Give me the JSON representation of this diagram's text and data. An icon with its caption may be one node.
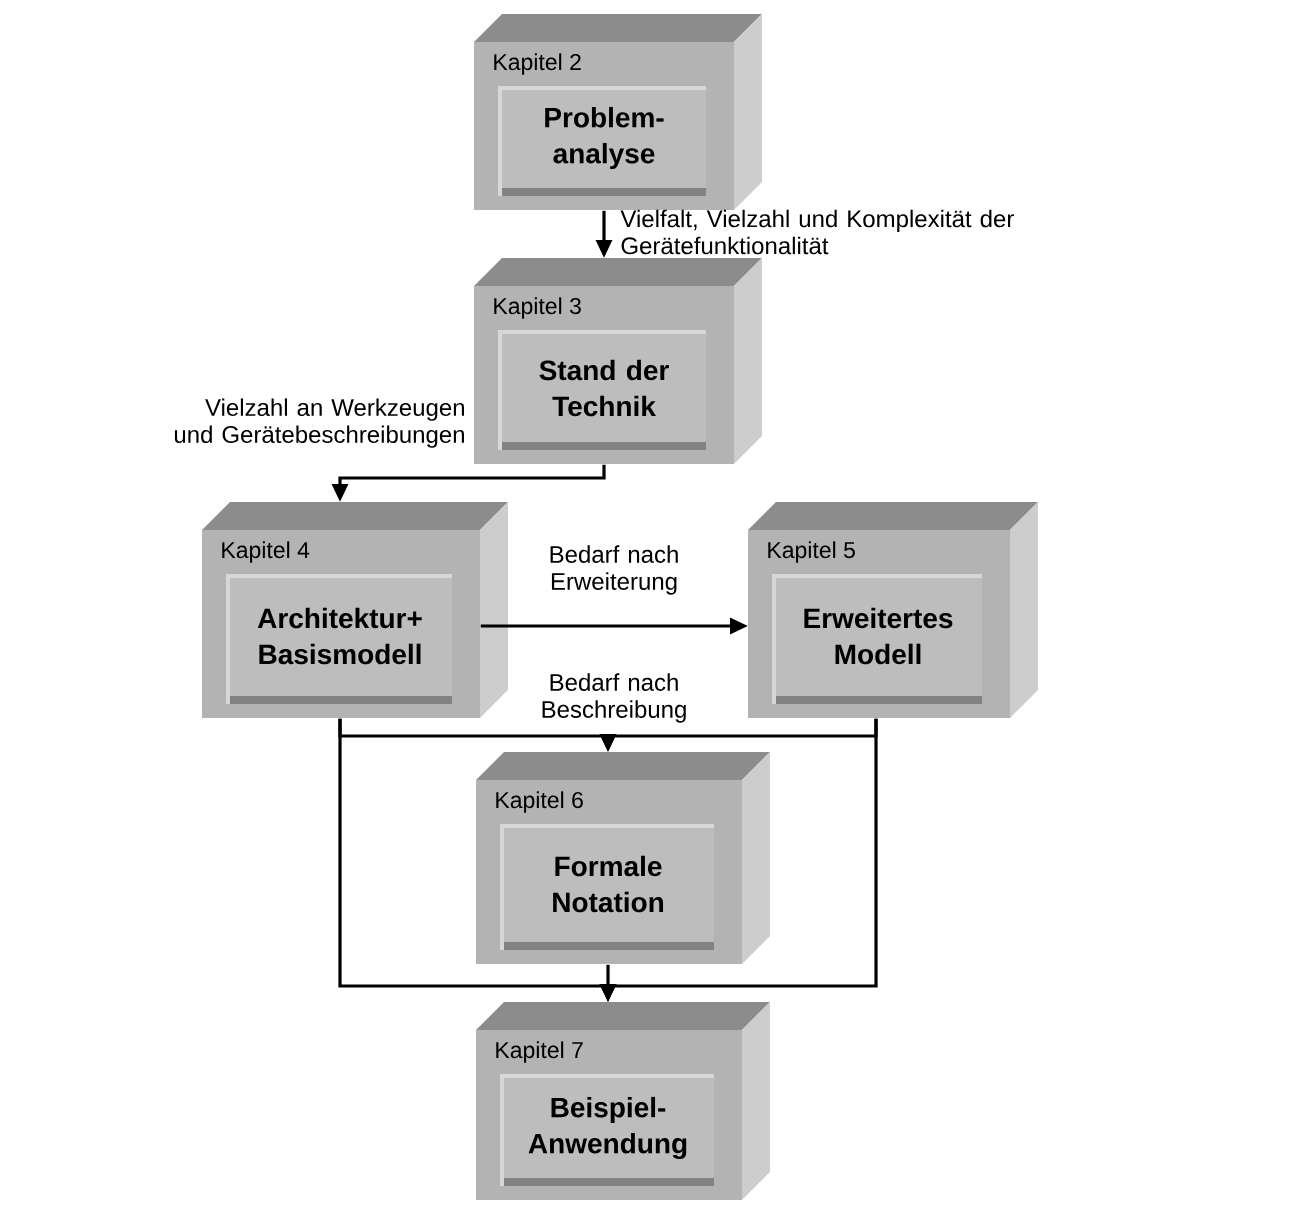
{
  "diagram": {
    "nodes": [
      {
        "text": [
          "Kapitel 2",
          "Problem- analyse"
        ]
      },
      {
        "text": [
          "Kapitel 3",
          "Stand der Technik"
        ]
      },
      {
        "text": [
          "Kapitel 4",
          "Architektur+ Basismodell"
        ]
      },
      {
        "text": [
          "Kapitel 5",
          "Erweitertes Modell"
        ]
      },
      {
        "text": [
          "Kapitel 6",
          "Formale Notation"
        ]
      },
      {
        "text": [
          "Kapitel 7",
          "Beispiel- Anwendung"
        ]
      }
    ],
    "edges": [
      {
        "from": 0,
        "to": 1,
        "arrow": "to",
        "label": "Vielfalt, Vielzahl und Komplexität der Gerätefunktionalität"
      },
      {
        "from": 1,
        "to": 2,
        "arrow": "to",
        "label": "Vielzahl an Werkzeugen und Gerätebeschreibungen"
      },
      {
        "from": 2,
        "to": 3,
        "arrow": "to",
        "label": "Bedarf nach Erweiterung"
      },
      {
        "from": 2,
        "to": 4,
        "arrow": "to",
        "label": "Bedarf nach Beschreibung"
      },
      {
        "from": 3,
        "to": 4,
        "arrow": "to"
      },
      {
        "from": 2,
        "to": 5,
        "arrow": "to"
      },
      {
        "from": 3,
        "to": 5,
        "arrow": "to"
      },
      {
        "from": 4,
        "to": 5,
        "arrow": "to"
      }
    ]
  }
}
